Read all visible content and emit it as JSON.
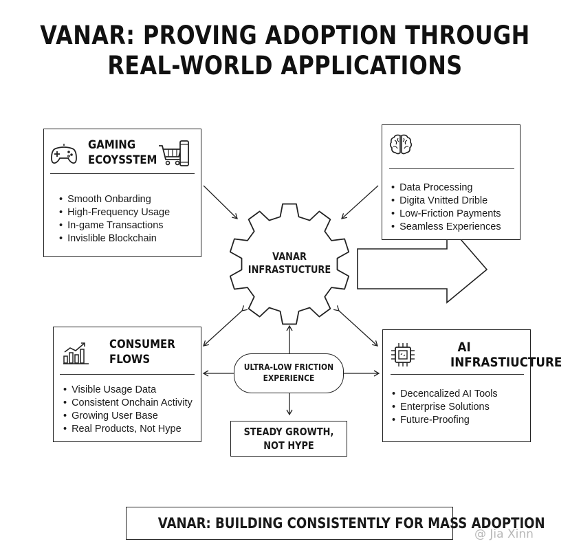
{
  "title": {
    "line1": "VANAR: PROVING ADOPTION THROUGH",
    "line2": "REAL-WORLD APPLICATIONS"
  },
  "gaming": {
    "title_line1": "GAMING",
    "title_line2": "ECOYSSTEM",
    "items": [
      "Smooth Onbarding",
      "High-Frequency Usage",
      "In-game Transactions",
      "Invislible Blockchain"
    ],
    "icons": [
      "gamepad-icon",
      "shopping-cart-phone-icon"
    ]
  },
  "data": {
    "items": [
      "Data Processing",
      "Digita Vnitted Drible",
      "Low-Friction Payments",
      "Seamless Experiences"
    ],
    "icons": [
      "brain-icon"
    ]
  },
  "center": {
    "line1": "VANAR",
    "line2": "INFRASTUCTURE"
  },
  "consumer": {
    "title_line1": "CONSUMER",
    "title_line2": "FLOWS",
    "items": [
      "Visible Usage Data",
      "Consistent Onchain Activity",
      "Growing User Base",
      "Real Products, Not Hype"
    ],
    "icons": [
      "growth-chart-icon"
    ]
  },
  "ai": {
    "title_line1": "AI",
    "title_line2": "INFRASTIUCTURE",
    "items": [
      "Decencalized AI Tools",
      "Enterprise Solutions",
      "Future-Proofing"
    ],
    "icons": [
      "chip-icon"
    ]
  },
  "friction": {
    "line1": "ULTRA-LOW FRICTION",
    "line2": "EXPERIENCE"
  },
  "growth": {
    "line1": "STEADY GROWTH,",
    "line2": "NOT HYPE"
  },
  "footer": {
    "text": "VANAR: BUILDING CONSISTENTLY FOR MASS ADOPTION"
  },
  "watermark": {
    "text": "@ Jia Xinn"
  },
  "colors": {
    "stroke": "#222222",
    "background": "#ffffff",
    "watermark": "#b8b8b8"
  }
}
